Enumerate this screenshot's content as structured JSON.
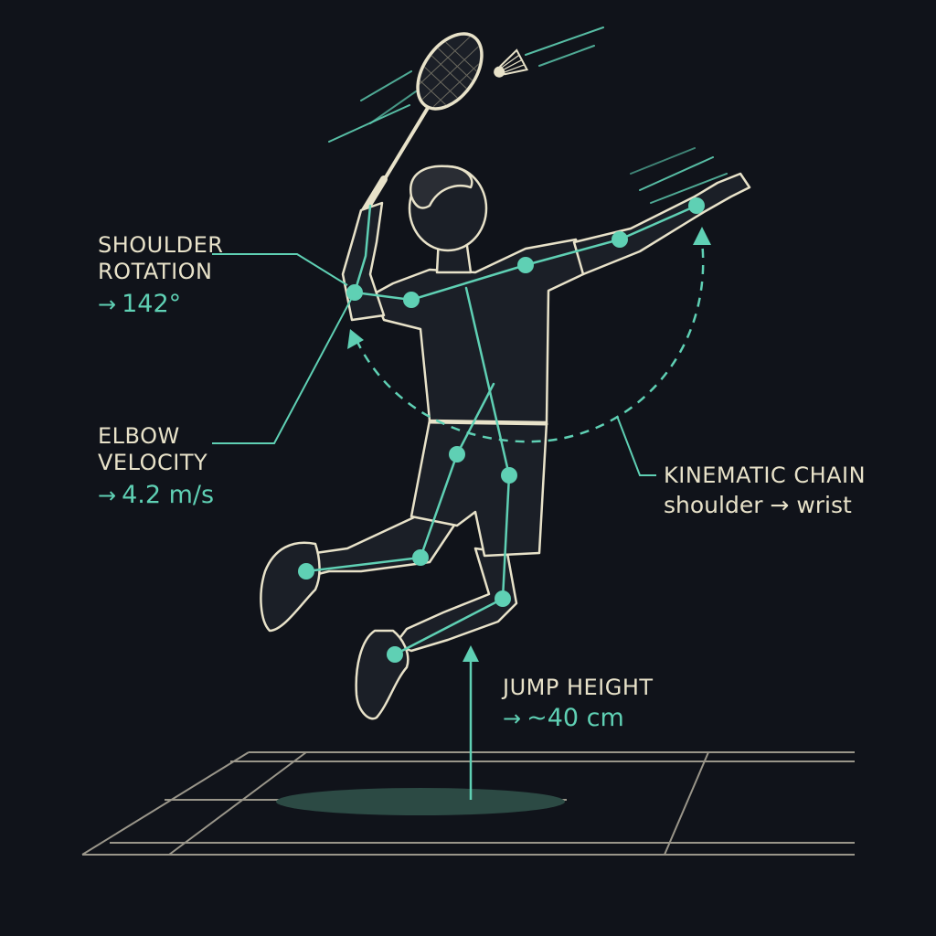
{
  "colors": {
    "background": "#10131a",
    "figure_line": "#e8e2c9",
    "figure_fill": "#1b1f27",
    "accent": "#5fd0b4",
    "court_line": "#9a968a",
    "shadow": "#2c4a44"
  },
  "annotations": {
    "shoulder": {
      "title_line1": "SHOULDER",
      "title_line2": "ROTATION",
      "arrow": "→",
      "value": "142°"
    },
    "elbow": {
      "title_line1": "ELBOW",
      "title_line2": "VELOCITY",
      "arrow": "→",
      "value": "4.2 m/s"
    },
    "kinematic": {
      "title": "KINEMATIC CHAIN",
      "sub": "shoulder → wrist"
    },
    "jump": {
      "title": "JUMP HEIGHT",
      "arrow": "→",
      "value": "~40 cm"
    }
  },
  "icons": [
    "badminton-racket-icon",
    "shuttlecock-icon"
  ]
}
